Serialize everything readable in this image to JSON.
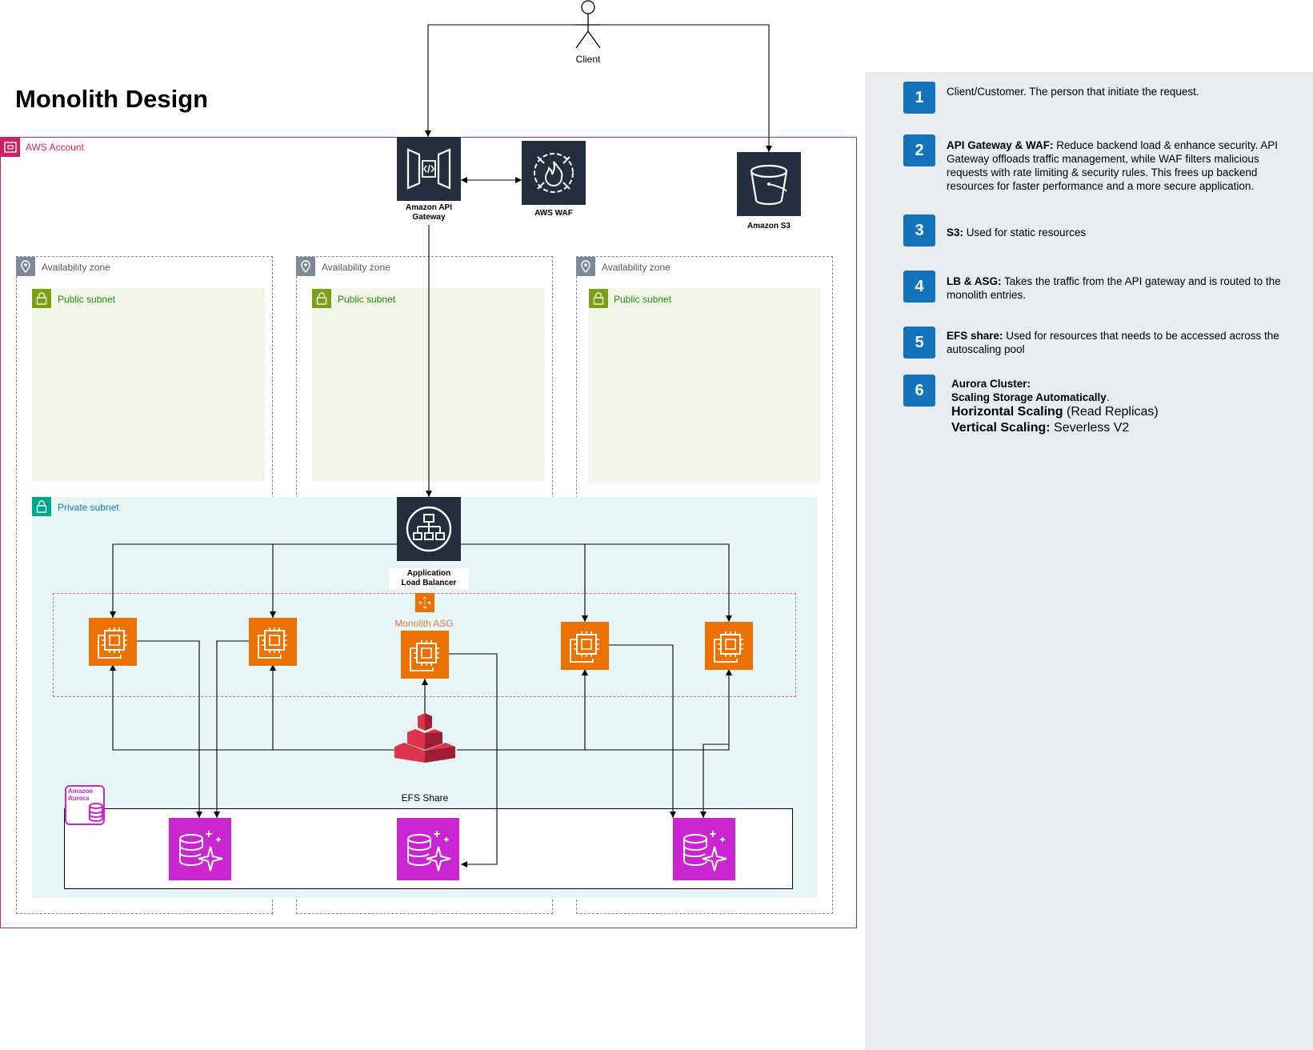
{
  "title": "Monolith Design",
  "client": {
    "label": "Client"
  },
  "aws_account": {
    "label": "AWS Account"
  },
  "services": {
    "api_gateway": {
      "label": "Amazon API Gateway",
      "line1": "Amazon API",
      "line2": "Gateway"
    },
    "waf": {
      "label": "AWS WAF"
    },
    "s3": {
      "label": "Amazon S3"
    },
    "alb": {
      "label": "Application Load Balancer",
      "line1": "Application",
      "line2": "Load Balancer"
    },
    "efs": {
      "label": "EFS Share"
    },
    "asg": {
      "label": "Monolith ASG"
    },
    "aurora": {
      "line1": "Amazon",
      "line2": "Aurora"
    }
  },
  "zones": [
    {
      "label": "Availability zone",
      "public_subnet": "Public subnet"
    },
    {
      "label": "Availability zone",
      "public_subnet": "Public subnet"
    },
    {
      "label": "Availability zone",
      "public_subnet": "Public subnet"
    }
  ],
  "private_subnet": {
    "label": "Private subnet"
  },
  "colors": {
    "aws_account": "#cc2264",
    "public_subnet_text": "#248814",
    "public_subnet_bg": "#f2f6e8",
    "private_subnet_text": "#147eba",
    "private_subnet_bg": "#e6f6f7",
    "ec2": "#ed7100",
    "aurora": "#c925d1",
    "efs": "#dd344c",
    "service_dark": "#232f3e",
    "legend_badge": "#1373ba",
    "legend_bg": "#e9ecee"
  },
  "icons": [
    "actor-icon",
    "api-gateway-icon",
    "waf-icon",
    "s3-bucket-icon",
    "alb-icon",
    "ec2-instance-icon",
    "efs-icon",
    "aurora-icon",
    "location-pin-icon",
    "lock-icon",
    "asg-icon"
  ],
  "legend": [
    {
      "num": "1",
      "text": "Client/Customer. The person that initiate the request."
    },
    {
      "num": "2",
      "bold": "API Gateway & WAF:",
      "text": " Reduce backend load & enhance security. API Gateway offloads traffic management, while WAF filters malicious requests with rate limiting & security rules. This frees up backend resources for faster performance and a more secure application."
    },
    {
      "num": "3",
      "bold": "S3:",
      "text": " Used for static resources"
    },
    {
      "num": "4",
      "bold": "LB & ASG:",
      "text": " Takes the traffic from the API gateway and is routed to the monolith entries."
    },
    {
      "num": "5",
      "bold": "EFS share:",
      "text": " Used for resources that needs to be accessed across the autoscaling pool"
    },
    {
      "num": "6",
      "bold": "Aurora Cluster:",
      "line2_bold": "Scaling Storage Automatically",
      "line2_end": ".",
      "line3_bold": "Horizontal Scaling",
      "line3_text": " (Read Replicas)",
      "line4_bold": "Vertical Scaling:",
      "line4_text": " Severless V2"
    }
  ]
}
